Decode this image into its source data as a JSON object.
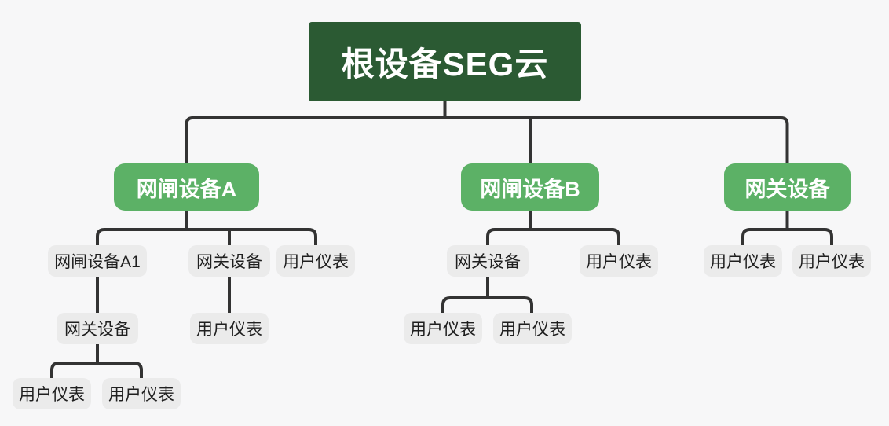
{
  "diagram": {
    "type": "org-chart-tree",
    "colors": {
      "background": "#f7f7f8",
      "root_node_bg": "#2b5a33",
      "branch_node_bg": "#5cb166",
      "leaf_node_bg": "#ebebeb",
      "root_text": "#ffffff",
      "branch_text": "#ffffff",
      "leaf_text": "#1f1f1f",
      "connector_line": "#333333"
    },
    "tree": {
      "label": "根设备SEG云",
      "children": [
        {
          "label": "网闸设备A",
          "children": [
            {
              "label": "网闸设备A1",
              "children": [
                {
                  "label": "网关设备",
                  "children": [
                    {
                      "label": "用户仪表",
                      "children": []
                    },
                    {
                      "label": "用户仪表",
                      "children": []
                    }
                  ]
                }
              ]
            },
            {
              "label": "网关设备",
              "children": [
                {
                  "label": "用户仪表",
                  "children": []
                }
              ]
            },
            {
              "label": "用户仪表",
              "children": []
            }
          ]
        },
        {
          "label": "网闸设备B",
          "children": [
            {
              "label": "网关设备",
              "children": [
                {
                  "label": "用户仪表",
                  "children": []
                },
                {
                  "label": "用户仪表",
                  "children": []
                }
              ]
            },
            {
              "label": "用户仪表",
              "children": []
            }
          ]
        },
        {
          "label": "网关设备",
          "children": [
            {
              "label": "用户仪表",
              "children": []
            },
            {
              "label": "用户仪表",
              "children": []
            }
          ]
        }
      ]
    }
  }
}
